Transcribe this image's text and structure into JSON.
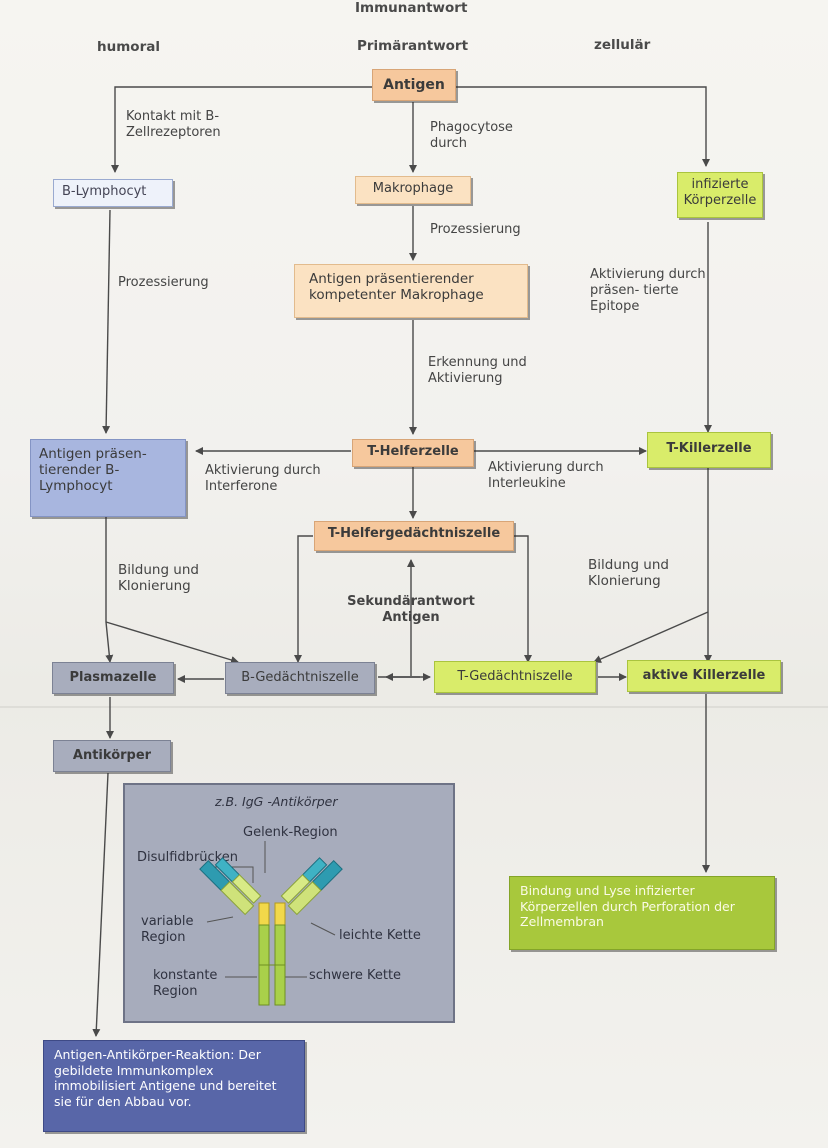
{
  "header": {
    "title": "Immunantwort",
    "humoral": "humoral",
    "primary": "Primärantwort",
    "cellular": "zellulär"
  },
  "boxes": {
    "antigen": "Antigen",
    "b_lymphocyte": "B-Lymphocyt",
    "macrophage": "Makrophage",
    "infected_cell": "infizierte Körperzelle",
    "apc_macrophage": "Antigen präsentierender kompetenter Makrophage",
    "apc_b_lymphocyte": "Antigen präsen- tierender B-Lymphocyt",
    "t_helper": "T-Helferzelle",
    "t_killer": "T-Killerzelle",
    "t_helper_memory": "T-Helfergedächtniszelle",
    "plasma_cell": "Plasmazelle",
    "b_memory": "B-Gedächtniszelle",
    "t_memory": "T-Gedächtniszelle",
    "active_killer": "aktive Killerzelle",
    "antibody": "Antikörper",
    "antigen_antibody_reaction": "Antigen-Antikörper-Reaktion: Der gebildete Immunkomplex immobilisiert Antigene und bereitet sie für den Abbau vor.",
    "lysis": "Bindung und Lyse infizierter Körperzellen durch Perforation der Zellmembran"
  },
  "labels": {
    "contact": "Kontakt mit B-Zellrezeptoren",
    "phagocytosis": "Phagocytose durch",
    "processing_center": "Prozessierung",
    "processing_left": "Prozessierung",
    "activation_epitopes": "Aktivierung durch präsen- tierte Epitope",
    "recognition": "Erkennung und Aktivierung",
    "activation_interferon": "Aktivierung durch Interferone",
    "activation_interleukin": "Aktivierung durch Interleukine",
    "formation_left": "Bildung und Klonierung",
    "formation_right": "Bildung und Klonierung",
    "secondary": "Sekundärantwort Antigen"
  },
  "antibody_panel": {
    "title": "z.B. IgG -Antikörper",
    "hinge": "Gelenk-Region",
    "disulfide": "Disulfidbrücken",
    "variable": "variable Region",
    "light_chain": "leichte Kette",
    "constant": "konstante Region",
    "heavy_chain": "schwere Kette"
  }
}
